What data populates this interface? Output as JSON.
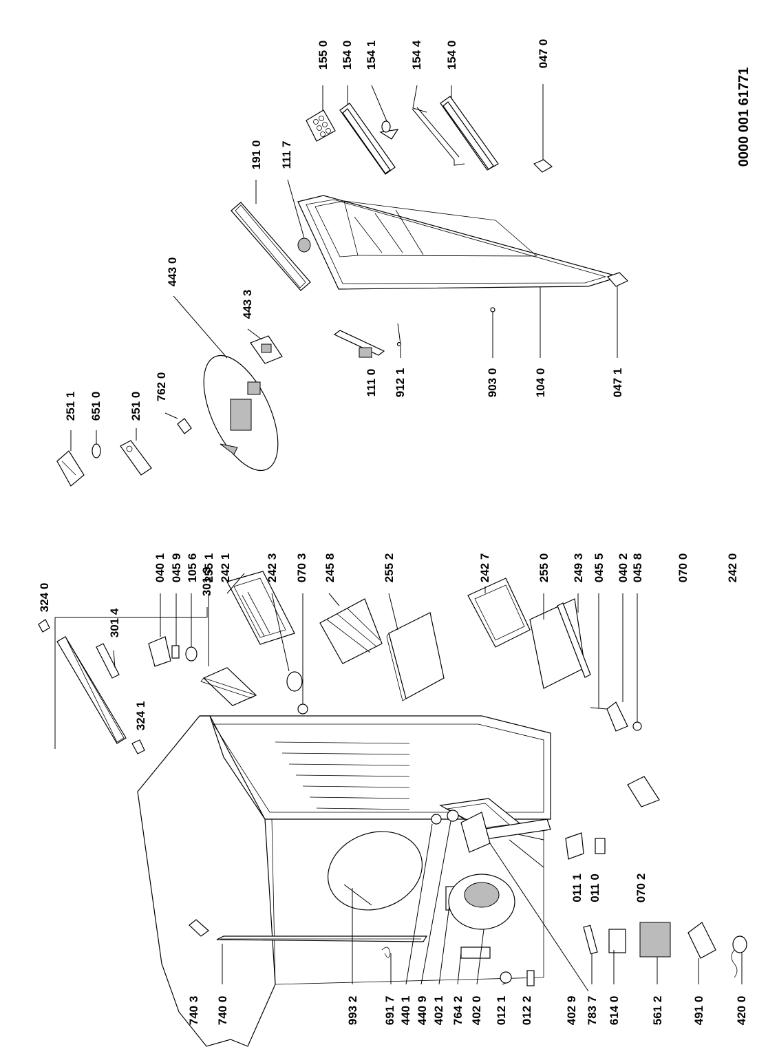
{
  "document_number": "0000 001 61771",
  "part_labels": {
    "p155_0": "155 0",
    "p154_0a": "154 0",
    "p154_1": "154 1",
    "p154_4": "154 4",
    "p154_0b": "154 0",
    "p047_0": "047 0",
    "p191_0": "191 0",
    "p111_7": "111 7",
    "p251_1": "251 1",
    "p651_0": "651 0",
    "p251_0": "251 0",
    "p762_0": "762 0",
    "p443_0": "443 0",
    "p443_3": "443 3",
    "p111_0": "111 0",
    "p912_1": "912 1",
    "p903_0": "903 0",
    "p104_0": "104 0",
    "p047_1": "047 1",
    "p301_3": "301 3",
    "p324_0": "324 0",
    "p301_4": "301 4",
    "p324_1": "324 1",
    "p040_1": "040 1",
    "p045_9": "045 9",
    "p105_6": "105 6",
    "p255_1": "255 1",
    "p242_1": "242 1",
    "p242_3": "242 3",
    "p070_3": "070 3",
    "p245_8": "245 8",
    "p255_2": "255 2",
    "p242_7": "242 7",
    "p255_0": "255 0",
    "p249_3": "249 3",
    "p045_5": "045 5",
    "p040_2": "040 2",
    "p045_8": "045 8",
    "p070_0": "070 0",
    "p242_0": "242 0",
    "p011_1": "011 1",
    "p011_0": "011 0",
    "p070_2": "070 2",
    "p740_3": "740 3",
    "p740_0": "740 0",
    "p993_2": "993 2",
    "p691_7": "691 7",
    "p440_1": "440 1",
    "p440_9": "440 9",
    "p402_1": "402 1",
    "p764_2": "764 2",
    "p402_0": "402 0",
    "p012_1": "012 1",
    "p012_2": "012 2",
    "p402_9": "402 9",
    "p783_7": "783 7",
    "p614_0": "614 0",
    "p561_2": "561 2",
    "p491_0": "491 0",
    "p420_0": "420 0"
  }
}
